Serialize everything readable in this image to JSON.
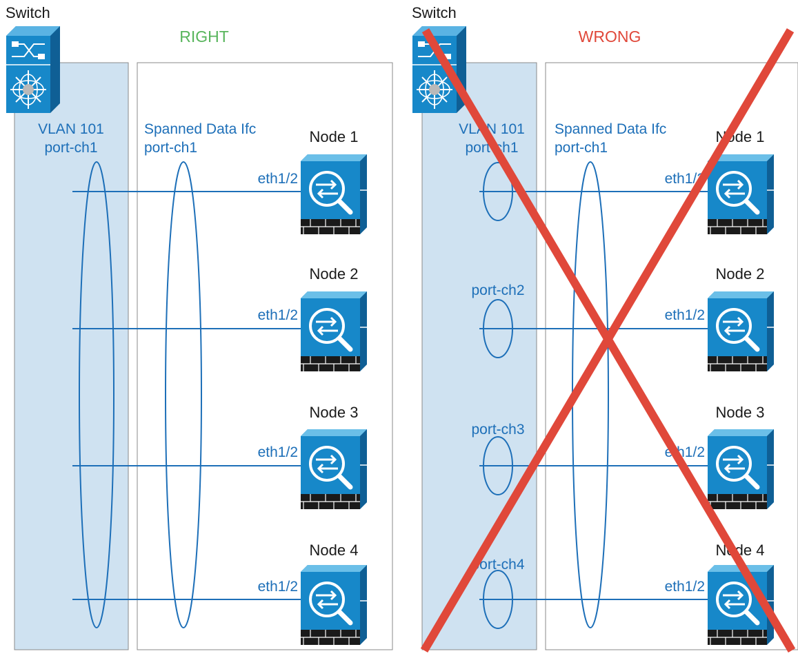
{
  "colors": {
    "accent_blue": "#1d6fb8",
    "switch_panel": "#cfe2f1",
    "right_green": "#58b55c",
    "wrong_red": "#e0483a",
    "device_blue": "#1788c9",
    "device_dark": "#1a1a1a"
  },
  "panels": [
    {
      "id": "right",
      "switch_label": "Switch",
      "verdict": "RIGHT",
      "vlan_label": [
        "VLAN 101",
        "port-ch1"
      ],
      "spanned_label": [
        "Spanned Data Ifc",
        "port-ch1"
      ],
      "port_channels": [],
      "crossed_out": false
    },
    {
      "id": "wrong",
      "switch_label": "Switch",
      "verdict": "WRONG",
      "vlan_label": [
        "VLAN 101",
        "port-ch1"
      ],
      "spanned_label": [
        "Spanned Data Ifc",
        "port-ch1"
      ],
      "port_channels": [
        "port-ch2",
        "port-ch3",
        "port-ch4"
      ],
      "crossed_out": true
    }
  ],
  "nodes": [
    {
      "name": "Node 1",
      "interface": "eth1/2"
    },
    {
      "name": "Node 2",
      "interface": "eth1/2"
    },
    {
      "name": "Node 3",
      "interface": "eth1/2"
    },
    {
      "name": "Node 4",
      "interface": "eth1/2"
    }
  ],
  "icons": {
    "switch": "switch-icon",
    "node": "firewall-appliance-icon"
  }
}
